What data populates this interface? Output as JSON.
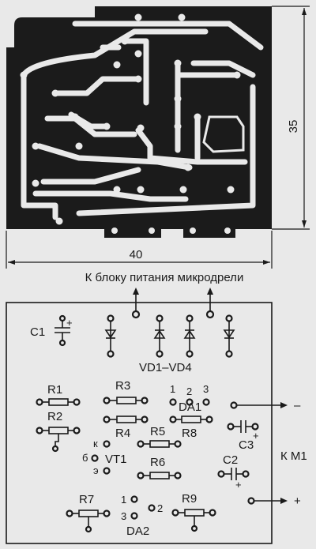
{
  "pcb": {
    "width_label": "40",
    "height_label": "35"
  },
  "caption_top": "К блоку питания микродрели",
  "components": {
    "c1": "С1",
    "c2": "С2",
    "c3": "С3",
    "r1": "R1",
    "r2": "R2",
    "r3": "R3",
    "r4": "R4",
    "r5": "R5",
    "r6": "R6",
    "r7": "R7",
    "r8": "R8",
    "r9": "R9",
    "diodes": "VD1–VD4",
    "da1": "DA1",
    "da2": "DA2",
    "vt1": "VT1",
    "k": "к",
    "b": "б",
    "e": "э",
    "plus": "+",
    "minus": "–",
    "motor": "К М1",
    "da1_pin1": "1",
    "da1_pin2": "2",
    "da1_pin3": "3",
    "da2_pin1": "1",
    "da2_pin2": "2",
    "da2_pin3": "3"
  }
}
